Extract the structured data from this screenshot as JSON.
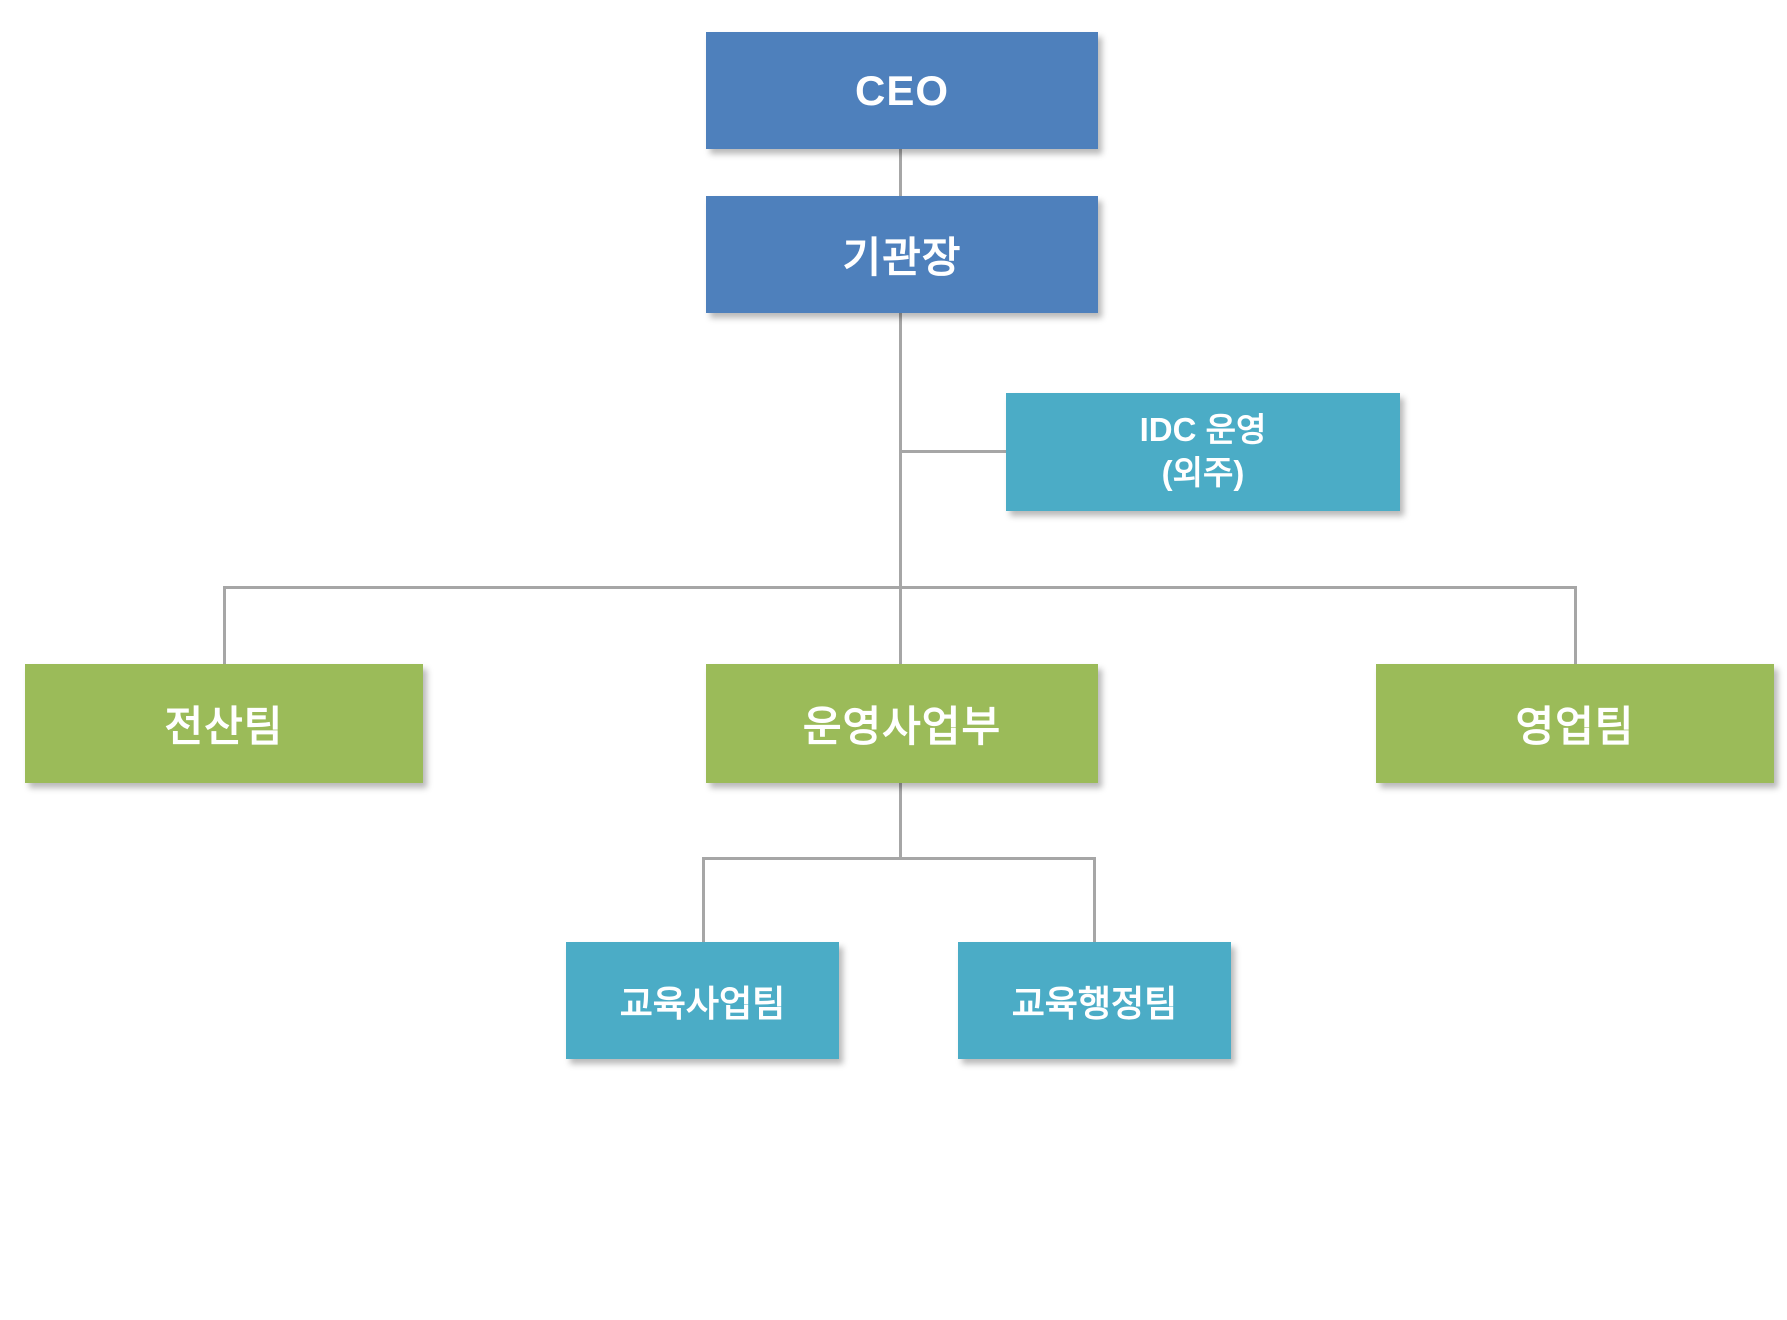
{
  "org_chart": {
    "nodes": {
      "ceo": "CEO",
      "director": "기관장",
      "idc_line1": "IDC 운영",
      "idc_line2": "(외주)",
      "it_team": "전산팀",
      "operations_division": "운영사업부",
      "sales_team": "영업팀",
      "education_business_team": "교육사업팀",
      "education_admin_team": "교육행정팀"
    },
    "colors": {
      "primary_blue": "#4e80bc",
      "teal": "#4bacc6",
      "green": "#9bbb59",
      "connector_gray": "#a6a6a6"
    }
  }
}
